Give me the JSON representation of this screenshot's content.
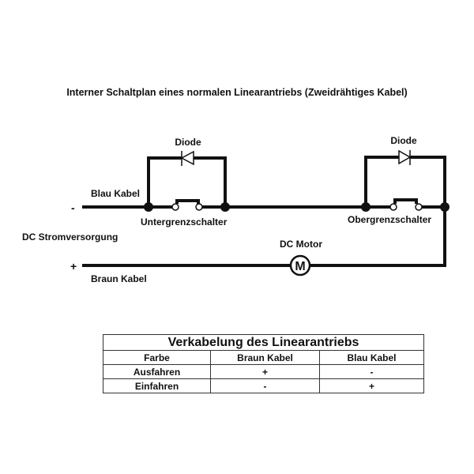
{
  "title": "Interner Schaltplan eines normalen Linearantriebs (Zweidrähtiges Kabel)",
  "circuit": {
    "minus": "-",
    "plus": "+",
    "blue_cable": "Blau Kabel",
    "brown_cable": "Braun Kabel",
    "power_supply": "DC Stromversorgung",
    "lower_switch": "Untergrenzschalter",
    "upper_switch": "Obergrenzschalter",
    "diode_left": "Diode",
    "diode_right": "Diode",
    "motor_label": "DC Motor",
    "motor_symbol": "M"
  },
  "table": {
    "title": "Verkabelung des Linearantriebs",
    "headers": [
      "Farbe",
      "Braun Kabel",
      "Blau Kabel"
    ],
    "rows": [
      [
        "Ausfahren",
        "+",
        "-"
      ],
      [
        "Einfahren",
        "-",
        "+"
      ]
    ]
  }
}
